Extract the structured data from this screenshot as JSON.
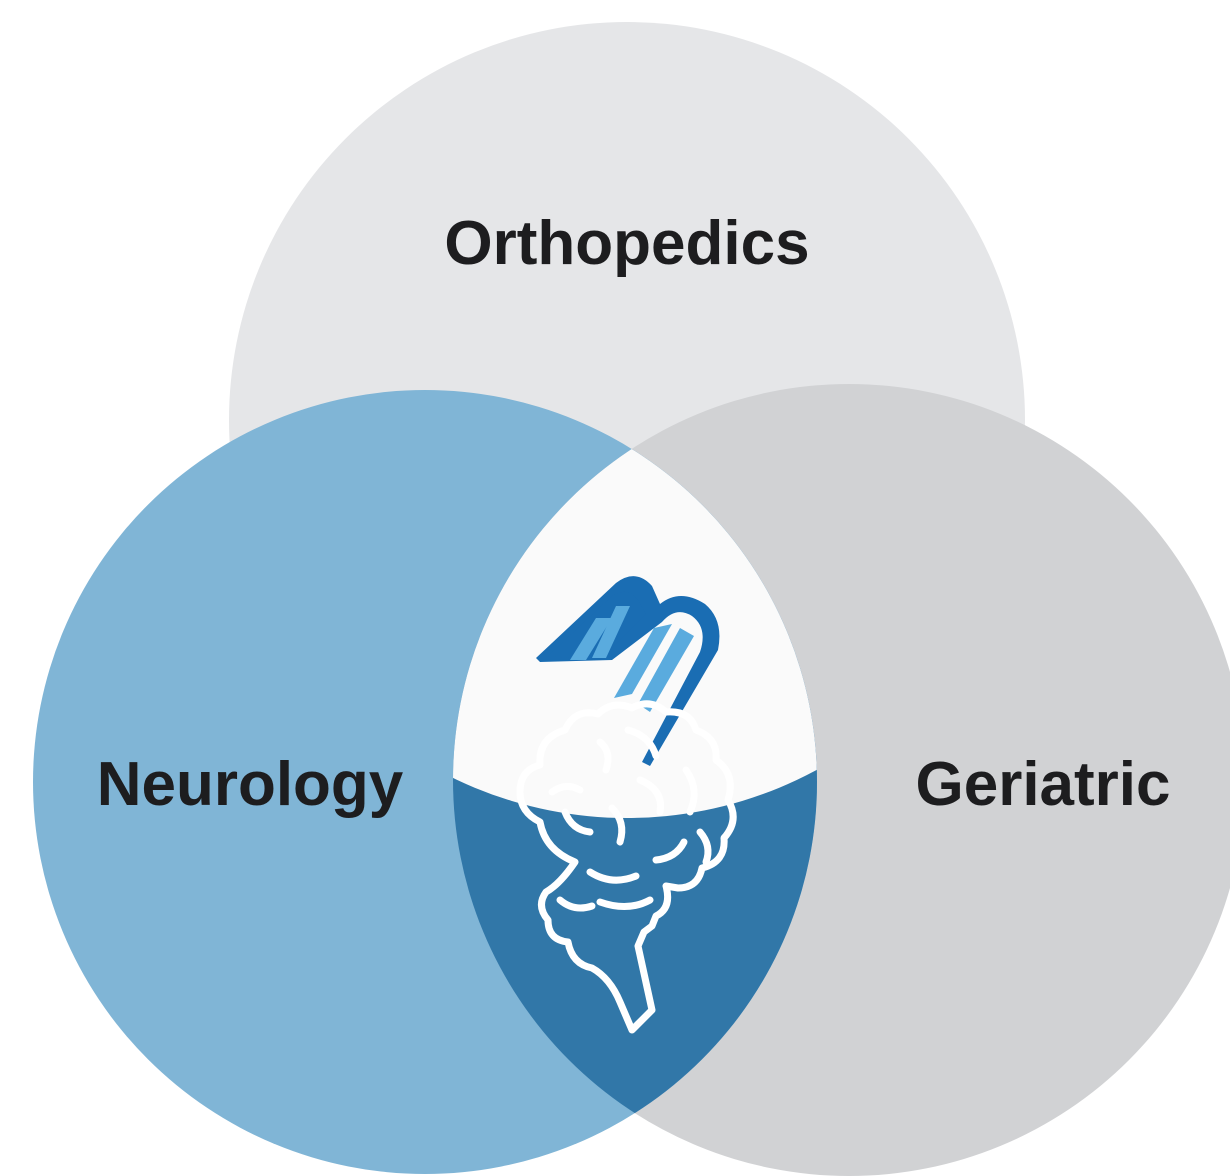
{
  "diagram": {
    "type": "venn",
    "sets": [
      {
        "id": "orthopedics",
        "label": "Orthopedics",
        "color": "#e5e6e8"
      },
      {
        "id": "neurology",
        "label": "Neurology",
        "color": "#80b5d6"
      },
      {
        "id": "geriatric",
        "label": "Geriatric",
        "color": "#d1d2d4"
      }
    ],
    "intersections": [
      {
        "sets": [
          "orthopedics",
          "neurology",
          "geriatric"
        ],
        "color": "#fafafa",
        "icon": "brand-logo-icon"
      },
      {
        "sets": [
          "neurology",
          "geriatric"
        ],
        "color": "#3177a8",
        "icon": "brain-icon"
      }
    ],
    "colors": {
      "logo_dark": "#1a6db3",
      "logo_light": "#5aabde",
      "brain_outline": "#ffffff",
      "label_text": "#1d1d1f"
    }
  }
}
